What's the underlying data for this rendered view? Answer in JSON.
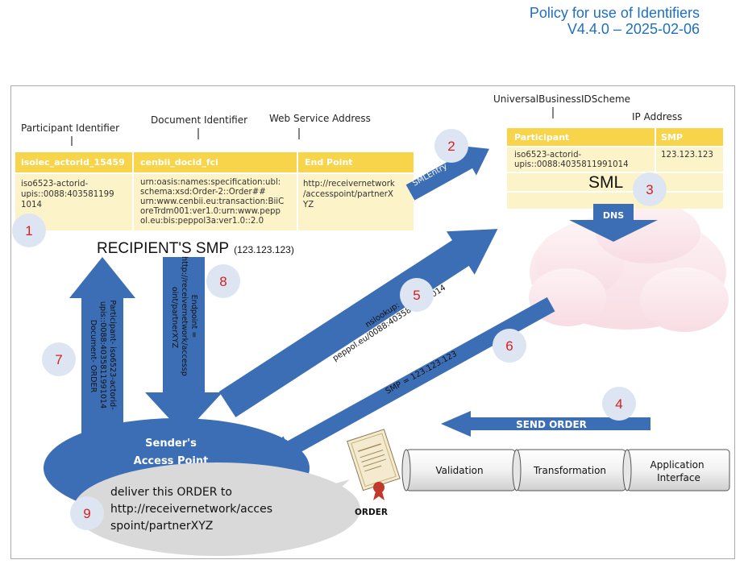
{
  "header": {
    "title": "Policy for use of Identifiers",
    "version": "V4.4.0 – 2025-02-06"
  },
  "smp_table": {
    "label_participant": "Participant Identifier",
    "label_document": "Document Identifier",
    "label_endpoint": "Web Service Address",
    "headers": [
      "isoiec_actorid_15459",
      "cenbii_docid_fci",
      "End Point"
    ],
    "row": [
      [
        "iso6523-actorid-",
        "upis::0088:403581199",
        "1014"
      ],
      [
        "urn:oasis:names:specification:ubl:",
        "schema:xsd:Order-2::Order##",
        "urn:www.cenbii.eu:transaction:BiiC",
        "oreTrdm001:ver1.0:urn:www.pepp",
        "ol.eu:bis:peppol3a:ver1.0::2.0"
      ],
      [
        "http://receivernetwork",
        "/accesspoint/partnerX",
        "YZ"
      ]
    ]
  },
  "smp_title": "RECIPIENT'S SMP",
  "smp_ip": "(123.123.123)",
  "sml_table": {
    "label_scheme": "UniversalBusinessIDScheme",
    "label_ip": "IP Address",
    "headers": [
      "Participant",
      "SMP"
    ],
    "row": [
      [
        "iso6523-actorid-",
        "upis::0088:4035811991014"
      ],
      [
        "123.123.123"
      ]
    ],
    "title": "SML"
  },
  "arrows": {
    "sml_entry": "SMLEntry",
    "dns": "DNS",
    "nslookup": [
      "nslookup:",
      "peppol.eu/0088:4035811991014"
    ],
    "smp_reply": "SMP = 123.123.123",
    "send_order": "SEND ORDER",
    "participant_query": [
      "Participant- iso6523-actorid-",
      "upis::0088:4035811991014",
      "Document- ORDER"
    ],
    "endpoint_reply": [
      "Endpoint =",
      "http://receivernetwork/accessp",
      "oint/partnerXYZ"
    ]
  },
  "steps": [
    "1",
    "2",
    "3",
    "4",
    "5",
    "6",
    "7",
    "8",
    "9"
  ],
  "access_point": [
    "Sender's",
    "Access Point"
  ],
  "bubble_text": [
    "deliver this ORDER to",
    "http://receivernetwork/acces",
    "spoint/partnerXYZ"
  ],
  "document_label": "ORDER",
  "pipeline": [
    "Validation",
    "Transformation",
    [
      "Application",
      "Interface"
    ]
  ],
  "colors": {
    "header_blue": "#1f6fc0",
    "table_yellow": "#f7d44a",
    "cell_cream": "#fdf3c8",
    "arrow_blue": "#3c6eb5",
    "step_circle": "#dde5f2",
    "step_number": "#d61f1f",
    "cloud_pink": "#fbe6ea",
    "bubble_grey": "#d9d9d9"
  }
}
